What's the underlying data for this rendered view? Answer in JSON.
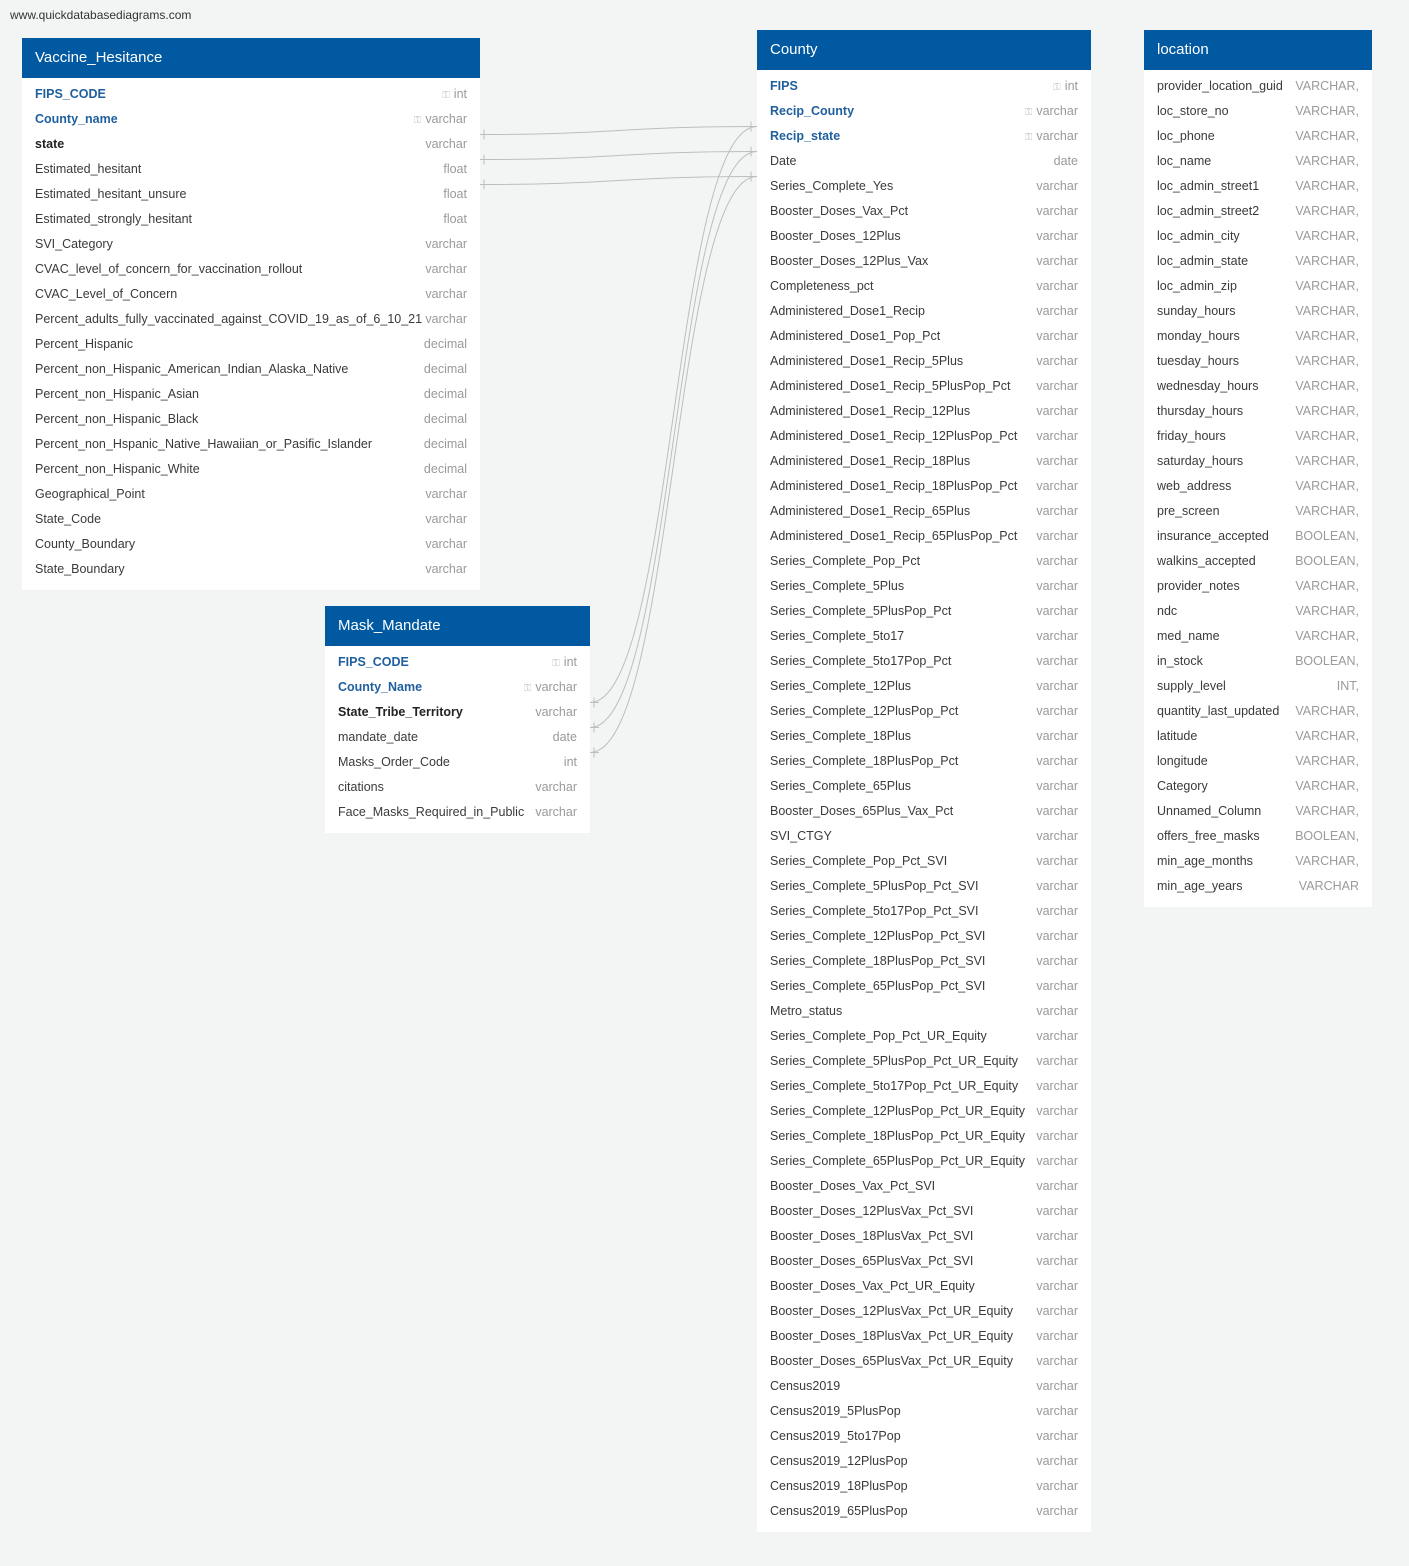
{
  "site_label": "www.quickdatabasediagrams.com",
  "colors": {
    "header": "#0059a1",
    "key_column": "#1f5f9e",
    "connector": "#bdbdbd"
  },
  "vaccine_hesitance": {
    "title": "Vaccine_Hesitance",
    "columns": [
      {
        "name": "FIPS_CODE",
        "type": "int",
        "pk": true
      },
      {
        "name": "County_name",
        "type": "varchar",
        "pk": true
      },
      {
        "name": "state",
        "type": "varchar",
        "ref": true
      },
      {
        "name": "Estimated_hesitant",
        "type": "float"
      },
      {
        "name": "Estimated_hesitant_unsure",
        "type": "float"
      },
      {
        "name": "Estimated_strongly_hesitant",
        "type": "float"
      },
      {
        "name": "SVI_Category",
        "type": "varchar"
      },
      {
        "name": "CVAC_level_of_concern_for_vaccination_rollout",
        "type": "varchar"
      },
      {
        "name": "CVAC_Level_of_Concern",
        "type": "varchar"
      },
      {
        "name": "Percent_adults_fully_vaccinated_against_COVID_19_as_of_6_10_21",
        "type": "varchar"
      },
      {
        "name": "Percent_Hispanic",
        "type": "decimal"
      },
      {
        "name": "Percent_non_Hispanic_American_Indian_Alaska_Native",
        "type": "decimal"
      },
      {
        "name": "Percent_non_Hispanic_Asian",
        "type": "decimal"
      },
      {
        "name": "Percent_non_Hispanic_Black",
        "type": "decimal"
      },
      {
        "name": "Percent_non_Hspanic_Native_Hawaiian_or_Pasific_Islander",
        "type": "decimal"
      },
      {
        "name": "Percent_non_Hispanic_White",
        "type": "decimal"
      },
      {
        "name": "Geographical_Point",
        "type": "varchar"
      },
      {
        "name": "State_Code",
        "type": "varchar"
      },
      {
        "name": "County_Boundary",
        "type": "varchar"
      },
      {
        "name": "State_Boundary",
        "type": "varchar"
      }
    ]
  },
  "mask_mandate": {
    "title": "Mask_Mandate",
    "columns": [
      {
        "name": "FIPS_CODE",
        "type": "int",
        "pk": true
      },
      {
        "name": "County_Name",
        "type": "varchar",
        "pk": true
      },
      {
        "name": "State_Tribe_Territory",
        "type": "varchar",
        "ref": true
      },
      {
        "name": "mandate_date",
        "type": "date"
      },
      {
        "name": "Masks_Order_Code",
        "type": "int"
      },
      {
        "name": "citations",
        "type": "varchar"
      },
      {
        "name": "Face_Masks_Required_in_Public",
        "type": "varchar"
      }
    ]
  },
  "county": {
    "title": "County",
    "columns": [
      {
        "name": "FIPS",
        "type": "int",
        "pk": true
      },
      {
        "name": "Recip_County",
        "type": "varchar",
        "pk": true
      },
      {
        "name": "Recip_state",
        "type": "varchar",
        "pk": true
      },
      {
        "name": "Date",
        "type": "date"
      },
      {
        "name": "Series_Complete_Yes",
        "type": "varchar"
      },
      {
        "name": "Booster_Doses_Vax_Pct",
        "type": "varchar"
      },
      {
        "name": "Booster_Doses_12Plus",
        "type": "varchar"
      },
      {
        "name": "Booster_Doses_12Plus_Vax",
        "type": "varchar"
      },
      {
        "name": "Completeness_pct",
        "type": "varchar"
      },
      {
        "name": "Administered_Dose1_Recip",
        "type": "varchar"
      },
      {
        "name": "Administered_Dose1_Pop_Pct",
        "type": "varchar"
      },
      {
        "name": "Administered_Dose1_Recip_5Plus",
        "type": "varchar"
      },
      {
        "name": "Administered_Dose1_Recip_5PlusPop_Pct",
        "type": "varchar"
      },
      {
        "name": "Administered_Dose1_Recip_12Plus",
        "type": "varchar"
      },
      {
        "name": "Administered_Dose1_Recip_12PlusPop_Pct",
        "type": "varchar"
      },
      {
        "name": "Administered_Dose1_Recip_18Plus",
        "type": "varchar"
      },
      {
        "name": "Administered_Dose1_Recip_18PlusPop_Pct",
        "type": "varchar"
      },
      {
        "name": "Administered_Dose1_Recip_65Plus",
        "type": "varchar"
      },
      {
        "name": "Administered_Dose1_Recip_65PlusPop_Pct",
        "type": "varchar"
      },
      {
        "name": "Series_Complete_Pop_Pct",
        "type": "varchar"
      },
      {
        "name": "Series_Complete_5Plus",
        "type": "varchar"
      },
      {
        "name": "Series_Complete_5PlusPop_Pct",
        "type": "varchar"
      },
      {
        "name": "Series_Complete_5to17",
        "type": "varchar"
      },
      {
        "name": "Series_Complete_5to17Pop_Pct",
        "type": "varchar"
      },
      {
        "name": "Series_Complete_12Plus",
        "type": "varchar"
      },
      {
        "name": "Series_Complete_12PlusPop_Pct",
        "type": "varchar"
      },
      {
        "name": "Series_Complete_18Plus",
        "type": "varchar"
      },
      {
        "name": "Series_Complete_18PlusPop_Pct",
        "type": "varchar"
      },
      {
        "name": "Series_Complete_65Plus",
        "type": "varchar"
      },
      {
        "name": "Booster_Doses_65Plus_Vax_Pct",
        "type": "varchar"
      },
      {
        "name": "SVI_CTGY",
        "type": "varchar"
      },
      {
        "name": "Series_Complete_Pop_Pct_SVI",
        "type": "varchar"
      },
      {
        "name": "Series_Complete_5PlusPop_Pct_SVI",
        "type": "varchar"
      },
      {
        "name": "Series_Complete_5to17Pop_Pct_SVI",
        "type": "varchar"
      },
      {
        "name": "Series_Complete_12PlusPop_Pct_SVI",
        "type": "varchar"
      },
      {
        "name": "Series_Complete_18PlusPop_Pct_SVI",
        "type": "varchar"
      },
      {
        "name": "Series_Complete_65PlusPop_Pct_SVI",
        "type": "varchar"
      },
      {
        "name": "Metro_status",
        "type": "varchar"
      },
      {
        "name": "Series_Complete_Pop_Pct_UR_Equity",
        "type": "varchar"
      },
      {
        "name": "Series_Complete_5PlusPop_Pct_UR_Equity",
        "type": "varchar"
      },
      {
        "name": "Series_Complete_5to17Pop_Pct_UR_Equity",
        "type": "varchar"
      },
      {
        "name": "Series_Complete_12PlusPop_Pct_UR_Equity",
        "type": "varchar"
      },
      {
        "name": "Series_Complete_18PlusPop_Pct_UR_Equity",
        "type": "varchar"
      },
      {
        "name": "Series_Complete_65PlusPop_Pct_UR_Equity",
        "type": "varchar"
      },
      {
        "name": "Booster_Doses_Vax_Pct_SVI",
        "type": "varchar"
      },
      {
        "name": "Booster_Doses_12PlusVax_Pct_SVI",
        "type": "varchar"
      },
      {
        "name": "Booster_Doses_18PlusVax_Pct_SVI",
        "type": "varchar"
      },
      {
        "name": "Booster_Doses_65PlusVax_Pct_SVI",
        "type": "varchar"
      },
      {
        "name": "Booster_Doses_Vax_Pct_UR_Equity",
        "type": "varchar"
      },
      {
        "name": "Booster_Doses_12PlusVax_Pct_UR_Equity",
        "type": "varchar"
      },
      {
        "name": "Booster_Doses_18PlusVax_Pct_UR_Equity",
        "type": "varchar"
      },
      {
        "name": "Booster_Doses_65PlusVax_Pct_UR_Equity",
        "type": "varchar"
      },
      {
        "name": "Census2019",
        "type": "varchar"
      },
      {
        "name": "Census2019_5PlusPop",
        "type": "varchar"
      },
      {
        "name": "Census2019_5to17Pop",
        "type": "varchar"
      },
      {
        "name": "Census2019_12PlusPop",
        "type": "varchar"
      },
      {
        "name": "Census2019_18PlusPop",
        "type": "varchar"
      },
      {
        "name": "Census2019_65PlusPop",
        "type": "varchar"
      }
    ]
  },
  "location": {
    "title": "location",
    "columns": [
      {
        "name": "provider_location_guid",
        "type": "VARCHAR,"
      },
      {
        "name": "loc_store_no",
        "type": "VARCHAR,"
      },
      {
        "name": "loc_phone",
        "type": "VARCHAR,"
      },
      {
        "name": "loc_name",
        "type": "VARCHAR,"
      },
      {
        "name": "loc_admin_street1",
        "type": "VARCHAR,"
      },
      {
        "name": "loc_admin_street2",
        "type": "VARCHAR,"
      },
      {
        "name": "loc_admin_city",
        "type": "VARCHAR,"
      },
      {
        "name": "loc_admin_state",
        "type": "VARCHAR,"
      },
      {
        "name": "loc_admin_zip",
        "type": "VARCHAR,"
      },
      {
        "name": "sunday_hours",
        "type": "VARCHAR,"
      },
      {
        "name": "monday_hours",
        "type": "VARCHAR,"
      },
      {
        "name": "tuesday_hours",
        "type": "VARCHAR,"
      },
      {
        "name": "wednesday_hours",
        "type": "VARCHAR,"
      },
      {
        "name": "thursday_hours",
        "type": "VARCHAR,"
      },
      {
        "name": "friday_hours",
        "type": "VARCHAR,"
      },
      {
        "name": "saturday_hours",
        "type": "VARCHAR,"
      },
      {
        "name": "web_address",
        "type": "VARCHAR,"
      },
      {
        "name": "pre_screen",
        "type": "VARCHAR,"
      },
      {
        "name": "insurance_accepted",
        "type": "BOOLEAN,"
      },
      {
        "name": "walkins_accepted",
        "type": "BOOLEAN,"
      },
      {
        "name": "provider_notes",
        "type": "VARCHAR,"
      },
      {
        "name": "ndc",
        "type": "VARCHAR,"
      },
      {
        "name": "med_name",
        "type": "VARCHAR,"
      },
      {
        "name": "in_stock",
        "type": "BOOLEAN,"
      },
      {
        "name": "supply_level",
        "type": "INT,"
      },
      {
        "name": "quantity_last_updated",
        "type": "VARCHAR,"
      },
      {
        "name": "latitude",
        "type": "VARCHAR,"
      },
      {
        "name": "longitude",
        "type": "VARCHAR,"
      },
      {
        "name": "Category",
        "type": "VARCHAR,"
      },
      {
        "name": "Unnamed_Column",
        "type": "VARCHAR,"
      },
      {
        "name": "offers_free_masks",
        "type": "BOOLEAN,"
      },
      {
        "name": "min_age_months",
        "type": "VARCHAR,"
      },
      {
        "name": "min_age_years",
        "type": "VARCHAR"
      }
    ]
  }
}
